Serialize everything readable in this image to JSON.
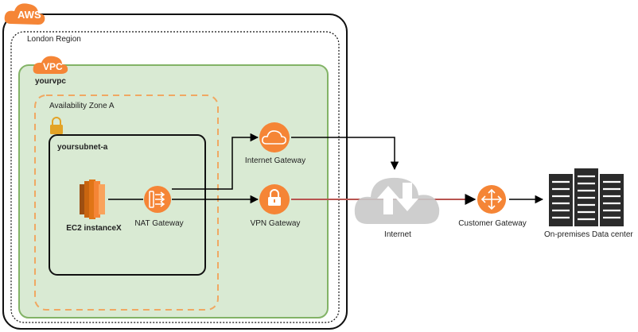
{
  "cloud": {
    "badge": "AWS"
  },
  "region": {
    "label": "London Region"
  },
  "vpc": {
    "badge": "VPC",
    "label": "yourvpc",
    "fill": "#d9ead3",
    "stroke": "#82b366"
  },
  "az": {
    "label": "Availability Zone A",
    "stroke": "#f0a862"
  },
  "subnet": {
    "label": "yoursubnet-a"
  },
  "nodes": {
    "ec2": {
      "label": "EC2 instanceX",
      "icon": "ec2-icon"
    },
    "nat": {
      "label": "NAT Gateway",
      "icon": "nat-gateway-icon"
    },
    "igw": {
      "label": "Internet Gateway",
      "icon": "internet-gateway-icon"
    },
    "vpn": {
      "label": "VPN Gateway",
      "icon": "vpn-gateway-icon"
    },
    "internet": {
      "label": "Internet",
      "icon": "internet-cloud-icon"
    },
    "cgw": {
      "label": "Customer Gateway",
      "icon": "customer-gateway-icon"
    },
    "dc": {
      "label": "On-premises Data center",
      "icon": "data-center-icon"
    }
  },
  "colors": {
    "aws_orange": "#f58536",
    "vpn_link": "#b85450",
    "edge": "#000000"
  }
}
